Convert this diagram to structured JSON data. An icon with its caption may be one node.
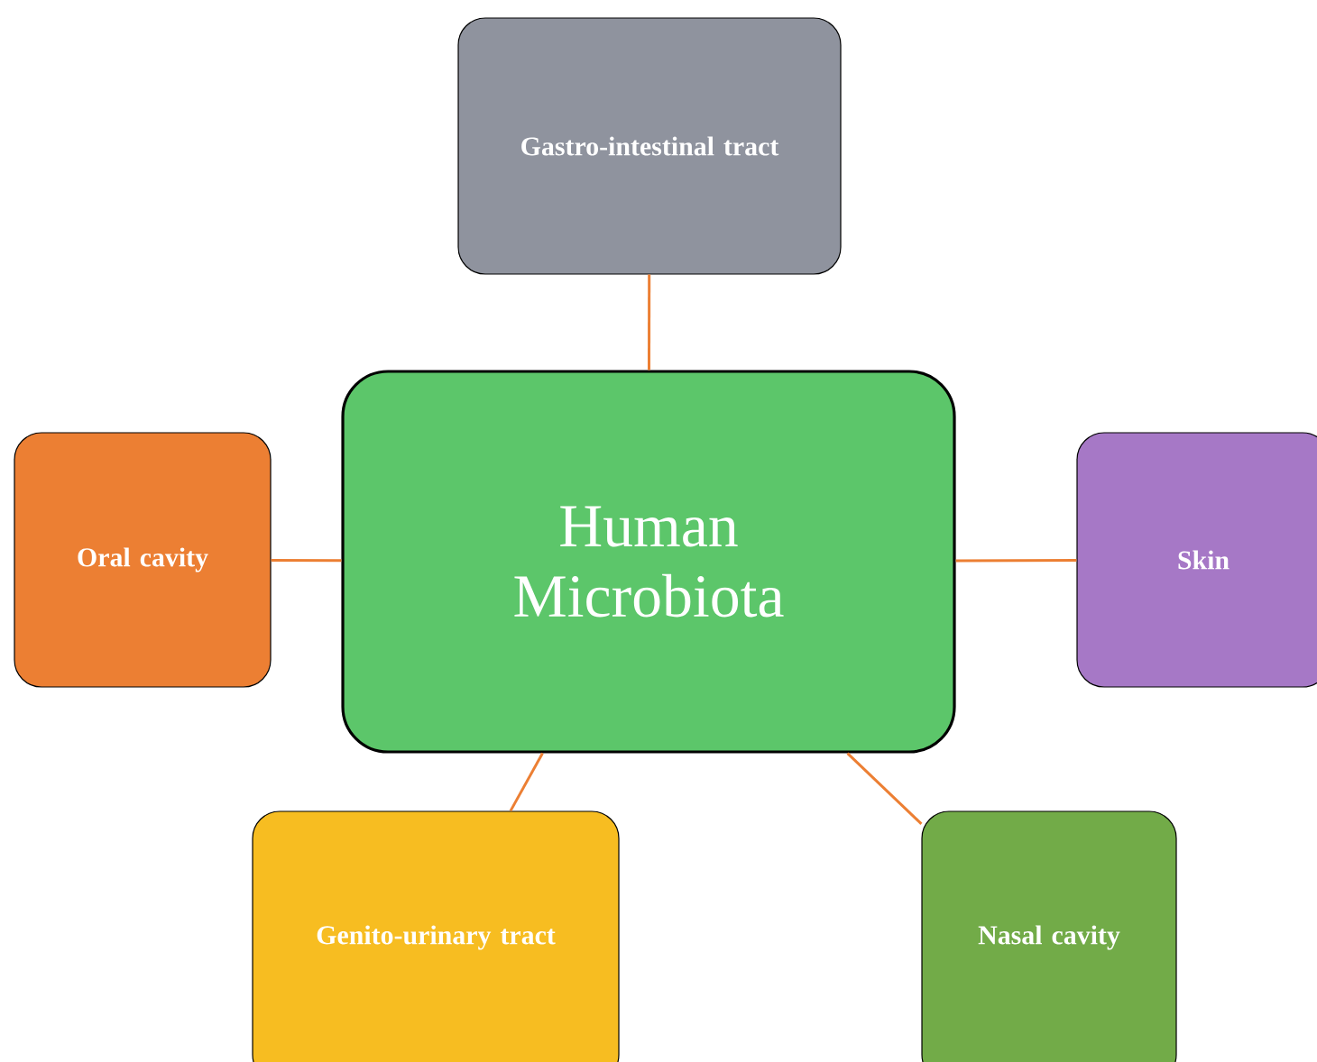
{
  "diagram": {
    "nodes": [
      {
        "text": [
          "Human Microbiota"
        ]
      },
      {
        "text": [
          "Gastro-intestinal tract"
        ]
      },
      {
        "text": [
          "Oral cavity"
        ]
      },
      {
        "text": [
          "Skin"
        ]
      },
      {
        "text": [
          "Genito-urinary tract"
        ]
      },
      {
        "text": [
          "Nasal cavity"
        ]
      }
    ],
    "edges": [
      {
        "from": 0,
        "to": 1,
        "arrow": "none"
      },
      {
        "from": 0,
        "to": 2,
        "arrow": "none"
      },
      {
        "from": 0,
        "to": 3,
        "arrow": "none"
      },
      {
        "from": 0,
        "to": 4,
        "arrow": "none"
      },
      {
        "from": 0,
        "to": 5,
        "arrow": "none"
      }
    ]
  }
}
